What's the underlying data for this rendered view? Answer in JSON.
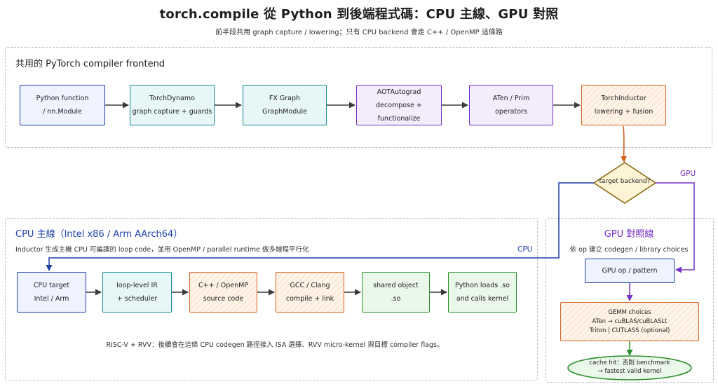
{
  "title": "torch.compile 從 Python 到後端程式碼：CPU 主線、GPU 對照",
  "subtitle": "前半段共用 graph capture / lowering；只有 CPU backend 會走 C++ / OpenMP 這條路",
  "frontend": {
    "title": "共用的 PyTorch compiler frontend",
    "nodes": [
      {
        "l1": "Python function",
        "l2": "/ nn.Module"
      },
      {
        "l1": "TorchDynamo",
        "l2": "graph capture + guards"
      },
      {
        "l1": "FX Graph",
        "l2": "GraphModule"
      },
      {
        "l1": "AOTAutograd",
        "l2": "decompose + functionalize"
      },
      {
        "l1": "ATen / Prim",
        "l2": "operators"
      },
      {
        "l1": "TorchInductor",
        "l2": "lowering + fusion"
      }
    ]
  },
  "decision": {
    "label": "target backend?",
    "gpu_label": "GPU",
    "cpu_label": "CPU"
  },
  "cpu": {
    "title": "CPU 主線（Intel x86 / Arm AArch64）",
    "desc": "Inductor 生成主機 CPU 可編譯的 loop code，並用 OpenMP / parallel runtime 做多線程平行化",
    "nodes": [
      {
        "l1": "CPU target",
        "l2": "Intel / Arm"
      },
      {
        "l1": "loop-level IR",
        "l2": "+ scheduler"
      },
      {
        "l1": "C++ / OpenMP",
        "l2": "source code"
      },
      {
        "l1": "GCC / Clang",
        "l2": "compile + link"
      },
      {
        "l1": "shared object",
        "l2": ".so"
      },
      {
        "l1": "Python loads .so",
        "l2": "and calls kernel"
      }
    ],
    "note": "RISC-V + RVV：後續會在這條 CPU codegen 路徑接入 ISA 選擇、RVV micro-kernel 與目標 compiler flags。"
  },
  "gpu": {
    "title": "GPU 對照線",
    "desc": "依 op 建立 codegen / library choices",
    "op": "GPU op / pattern",
    "gemm": {
      "l1": "GEMM choices",
      "l2": "ATen → cuBLAS/cuBLASLt",
      "l3": "Triton | CUTLASS (optional)"
    },
    "cache": {
      "l1": "cache hit：否則 benchmark",
      "l2": "→ fastest valid kernel"
    }
  }
}
